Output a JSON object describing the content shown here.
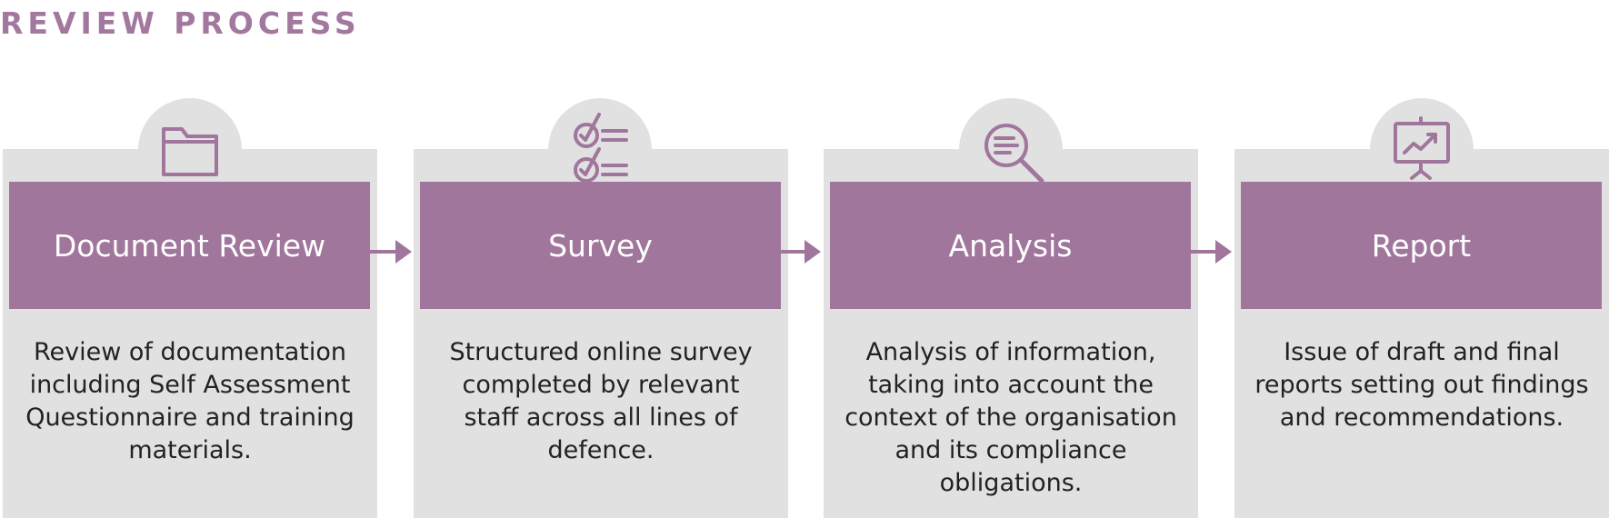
{
  "title": "REVIEW PROCESS",
  "colors": {
    "accent": "#a1769c",
    "card": "#e1e1e1",
    "title": "#a3789e"
  },
  "steps": [
    {
      "label": "Document Review",
      "icon": "folder-icon",
      "description": "Review of documentation including Self Assessment Questionnaire and training materials."
    },
    {
      "label": "Survey",
      "icon": "checklist-icon",
      "description": "Structured online survey completed by relevant staff across all lines of defence."
    },
    {
      "label": "Analysis",
      "icon": "magnifier-icon",
      "description": "Analysis of information, taking into account the context of the organisation and its compliance obligations."
    },
    {
      "label": "Report",
      "icon": "presentation-chart-icon",
      "description": "Issue of draft and final reports setting out findings and recommendations."
    }
  ]
}
